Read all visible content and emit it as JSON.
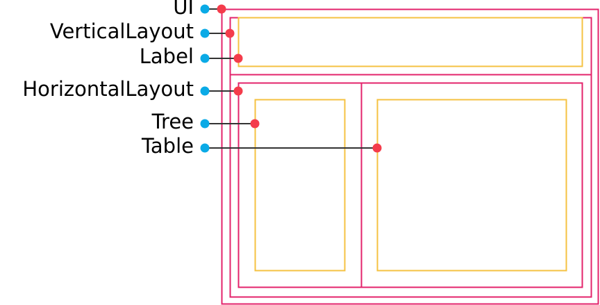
{
  "labels": {
    "ui": "UI",
    "vertical_layout": "VerticalLayout",
    "label": "Label",
    "horizontal_layout": "HorizontalLayout",
    "tree": "Tree",
    "table": "Table"
  },
  "colors": {
    "container_stroke": "#e3236b",
    "component_stroke": "#f5c242",
    "source_dot": "#0aaae6",
    "target_dot": "#f43c4b",
    "connector": "#333333",
    "text": "#000000"
  }
}
